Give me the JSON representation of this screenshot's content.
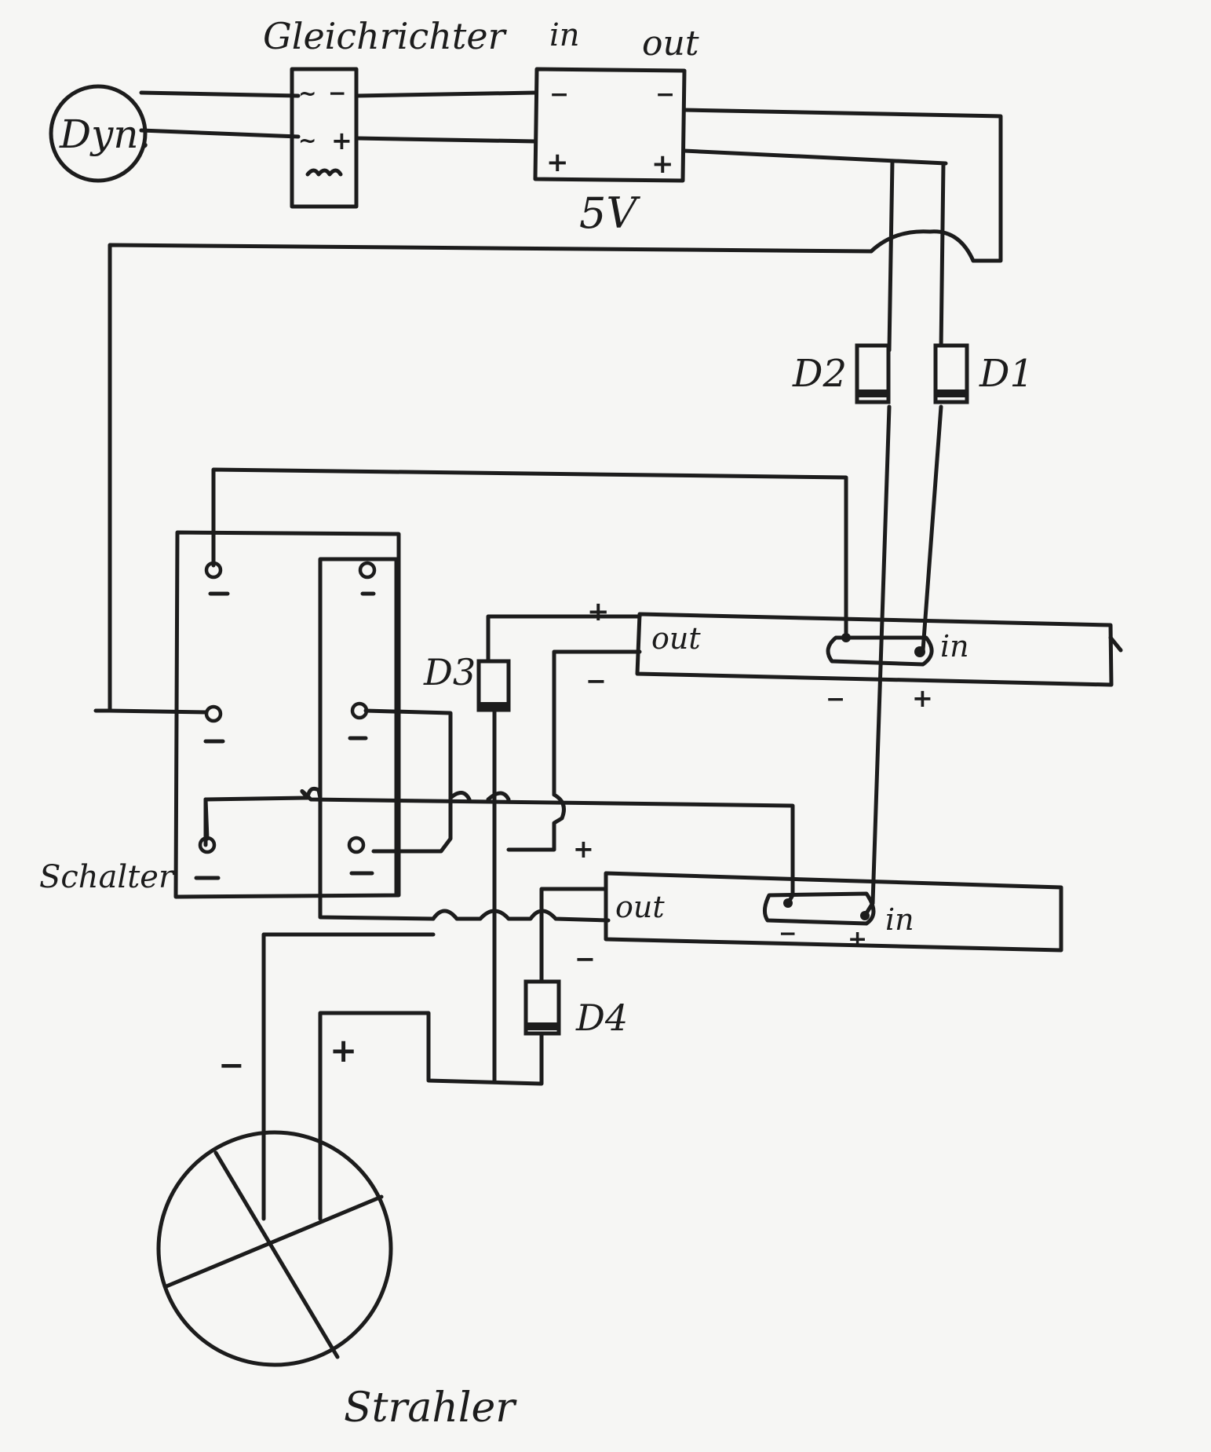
{
  "labels": {
    "dynamo": "Dyn.",
    "rectifier": "Gleichrichter",
    "regulator_in": "in",
    "regulator_out": "out",
    "regulator_voltage": "5V",
    "d1": "D1",
    "d2": "D2",
    "d3": "D3",
    "d4": "D4",
    "switch": "Schalter",
    "lamp": "Strahler",
    "module1_out": "out",
    "module1_in": "in",
    "module2_out": "out",
    "module2_in": "in"
  },
  "symbols": {
    "ac": "~",
    "minus": "−",
    "plus": "+"
  }
}
